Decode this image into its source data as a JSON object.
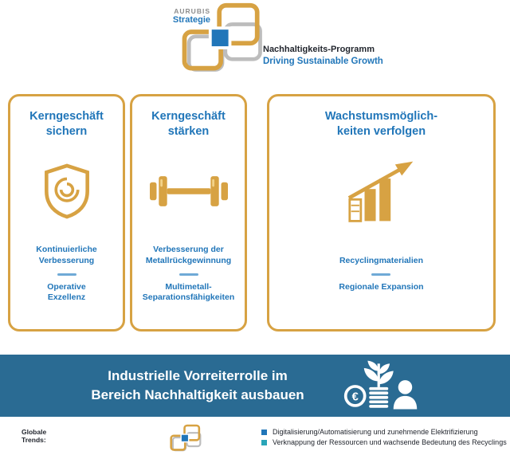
{
  "logo": {
    "icon": "interlocking-squares-logo",
    "brand_top": "AURUBIS",
    "brand_bottom": "Strategie",
    "program_line1": "Nachhaltigkeits-Programm",
    "program_line2": "Driving Sustainable Growth"
  },
  "cards": [
    {
      "title": "Kerngeschäft\nsichern",
      "icon": "shield-icon",
      "items": [
        "Kontinuierliche\nVerbesserung",
        "Operative\nExzellenz"
      ]
    },
    {
      "title": "Kerngeschäft\nstärken",
      "icon": "dumbbell-icon",
      "items": [
        "Verbesserung der\nMetallrückgewinnung",
        "Multimetall-\nSeparationsfähigkeiten"
      ]
    },
    {
      "title": "Wachstumsmöglich-\nkeiten verfolgen",
      "icon": "growth-chart-icon",
      "items": [
        "Recyclingmaterialien",
        "Regionale Expansion"
      ]
    }
  ],
  "banner": {
    "text": "Industrielle Vorreiterrolle im\nBereich Nachhaltigkeit ausbauen",
    "icon": "sustainability-investment-icon",
    "background": "#2a6b93"
  },
  "legend": {
    "label": "Globale\nTrends:",
    "items": [
      {
        "bullet_color": "#2176b9",
        "text": "Digitalisierung/Automatisierung und zunehmende Elektrifizierung"
      },
      {
        "bullet_color": "#2aa5b8",
        "text": "Verknappung der Ressourcen und wachsende Bedeutung des Recyclings"
      }
    ]
  },
  "colors": {
    "gold_accent": "#d7a243",
    "title_blue": "#2176b9",
    "banner_blue": "#2a6b93",
    "dark_text": "#22262e",
    "gray_text": "#8d8d8d",
    "teal_bullet": "#2aa5b8"
  }
}
